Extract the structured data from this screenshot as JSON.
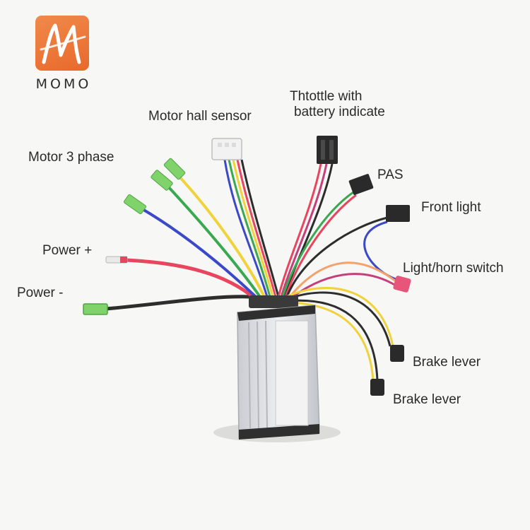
{
  "brand": {
    "name": "MOMO",
    "logo_color": "#e8692c"
  },
  "labels": {
    "motor_hall_sensor": "Motor hall sensor",
    "throttle_line1": "Thtottle with",
    "throttle_line2": "battery indicate",
    "motor_3_phase": "Motor 3 phase",
    "pas": "PAS",
    "front_light": "Front light",
    "power_plus": "Power +",
    "light_horn_switch": "Light/horn switch",
    "power_minus": "Power -",
    "brake_lever_1": "Brake lever",
    "brake_lever_2": "Brake lever"
  },
  "colors": {
    "connector_green": "#7fd36a",
    "connector_black": "#2a2a2a",
    "connector_pink": "#e8557a",
    "wire_red": "#e8455e",
    "wire_yellow": "#f0d23a",
    "wire_blue": "#3b49c8",
    "wire_green": "#3aa850",
    "wire_black": "#2d2d2d",
    "housing": "#d9dbdf"
  }
}
